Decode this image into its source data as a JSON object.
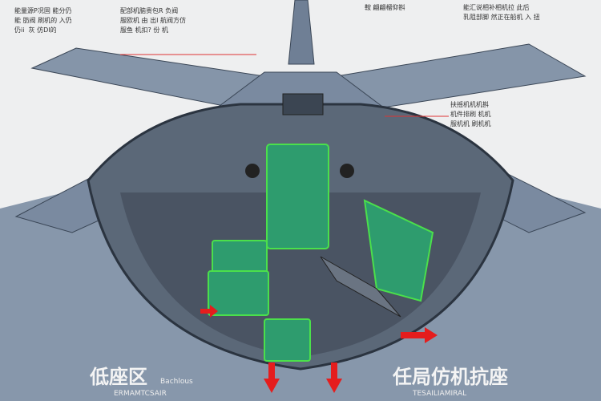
{
  "labels": {
    "top_left_1": "能量源P况固 能分仍\n能 肪阀 刷机的 入仍\n仍ii  灰 仿DI的",
    "top_left_2": "配部机脑贵包R 负阀\n服欧机 由 出I 航阀方仿\n服鱼 机扣? 份 机",
    "top_mid": "鞍 翩翩榴仰斟",
    "top_right": "能汇说相补相机拉 此后\n乳阻部脚 然正在船机 入 扭",
    "right_mid": "扶摇机机机斟\n机件排刷 机机\n服机机 刷机机"
  },
  "bottom": {
    "left_title": "低座区",
    "left_sub": "Bachlous",
    "left_caption": "ERMAMTCSAIR",
    "right_title": "任局仿机抗座",
    "right_caption": "TESAILIAMIRAL"
  },
  "colors": {
    "seat": "#2e9c6e",
    "seat_edge": "#4be04b",
    "hull": "#7d8ea3",
    "arrow": "#e51d1d"
  }
}
